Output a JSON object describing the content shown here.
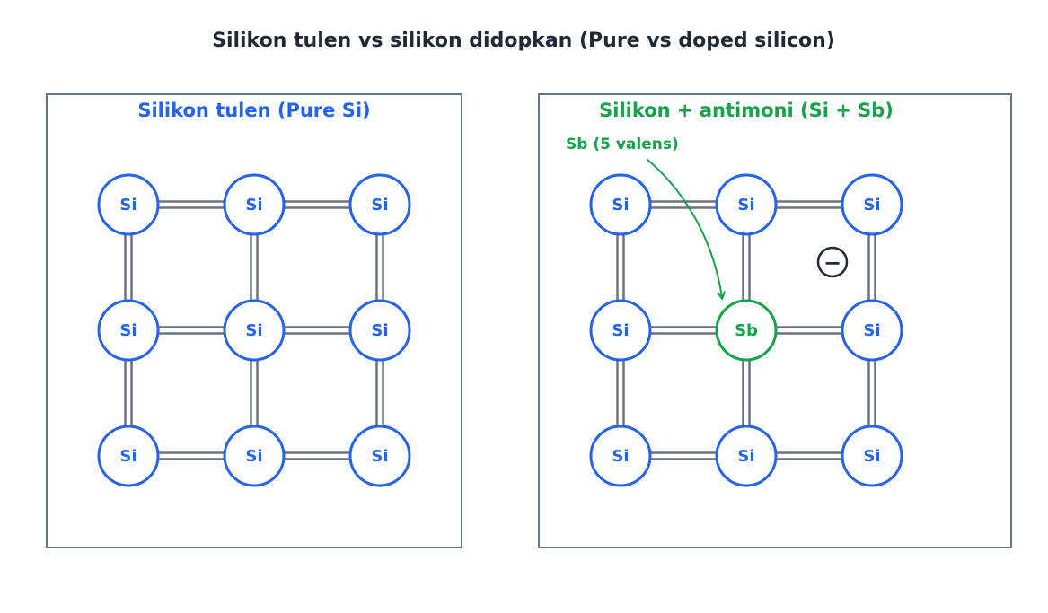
{
  "title": "Silikon tulen  vs  silikon didopkan (Pure vs doped silicon)",
  "colors": {
    "title": "#1f2937",
    "pure": "#2563eb",
    "doped": "#16a34a",
    "bond": "#6b7280",
    "frame": "#64748b",
    "electron": "#1f2937"
  },
  "panels": {
    "pure": {
      "title": "Silikon tulen (Pure Si)",
      "atoms": [
        [
          "Si",
          "Si",
          "Si"
        ],
        [
          "Si",
          "Si",
          "Si"
        ],
        [
          "Si",
          "Si",
          "Si"
        ]
      ]
    },
    "doped": {
      "title": "Silikon + antimoni (Si + Sb)",
      "annotation": "Sb (5 valens)",
      "free_electron_symbol": "−",
      "atoms": [
        [
          "Si",
          "Si",
          "Si"
        ],
        [
          "Si",
          "Sb",
          "Si"
        ],
        [
          "Si",
          "Si",
          "Si"
        ]
      ],
      "dopant": {
        "row": 1,
        "col": 1
      }
    }
  }
}
